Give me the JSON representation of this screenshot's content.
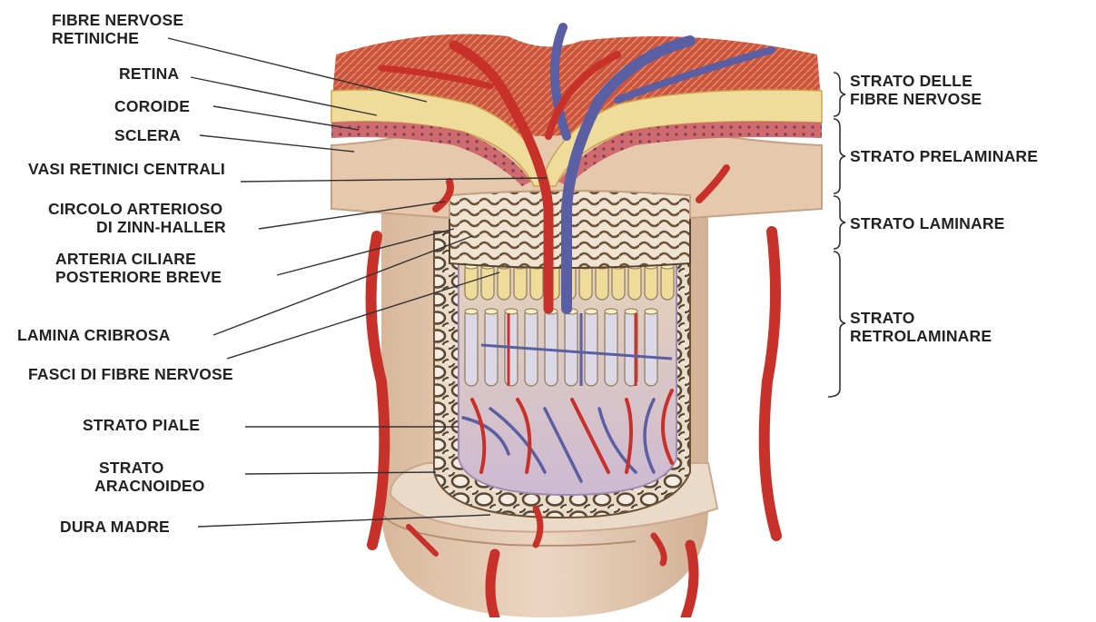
{
  "left_labels": [
    {
      "id": "fibre-nervose-retiniche",
      "lines": [
        "FIBRE NERVOSE",
        "RETINICHE"
      ]
    },
    {
      "id": "retina",
      "lines": [
        "RETINA"
      ]
    },
    {
      "id": "coroide",
      "lines": [
        "COROIDE"
      ]
    },
    {
      "id": "sclera",
      "lines": [
        "SCLERA"
      ]
    },
    {
      "id": "vasi-retinici-centrali",
      "lines": [
        "VASI RETINICI CENTRALI"
      ]
    },
    {
      "id": "circolo-arterioso",
      "lines": [
        "CIRCOLO ARTERIOSO",
        "DI ZINN-HALLER"
      ]
    },
    {
      "id": "arteria-ciliare",
      "lines": [
        "ARTERIA CILIARE",
        "POSTERIORE BREVE"
      ]
    },
    {
      "id": "lamina-cribrosa",
      "lines": [
        "LAMINA CRIBROSA"
      ]
    },
    {
      "id": "fasci-di-fibre",
      "lines": [
        "FASCI DI FIBRE NERVOSE"
      ]
    },
    {
      "id": "strato-piale",
      "lines": [
        "STRATO PIALE"
      ]
    },
    {
      "id": "strato-aracnoideo",
      "lines": [
        "STRATO",
        "ARACNOIDEO"
      ]
    },
    {
      "id": "dura-madre",
      "lines": [
        "DURA MADRE"
      ]
    }
  ],
  "right_labels": [
    {
      "id": "strato-fibre-nervose",
      "lines": [
        "STRATO DELLE",
        "FIBRE NERVOSE"
      ]
    },
    {
      "id": "strato-prelaminare",
      "lines": [
        "STRATO PRELAMINARE"
      ]
    },
    {
      "id": "strato-laminare",
      "lines": [
        "STRATO LAMINARE"
      ]
    },
    {
      "id": "strato-retrolaminare",
      "lines": [
        "STRATO",
        "RETROLAMINARE"
      ]
    }
  ],
  "colors": {
    "dura": "#e8cfba",
    "dura_shadow": "#c9a88d",
    "artery": "#c8312a",
    "vein": "#5a5fa3",
    "nerve_fiber": "#f0dc9a",
    "muscle": "#c9553e",
    "lamina": "#8a6c4a",
    "pia": "#c4b8d8",
    "label_text": "#222222",
    "leader": "#333333"
  }
}
